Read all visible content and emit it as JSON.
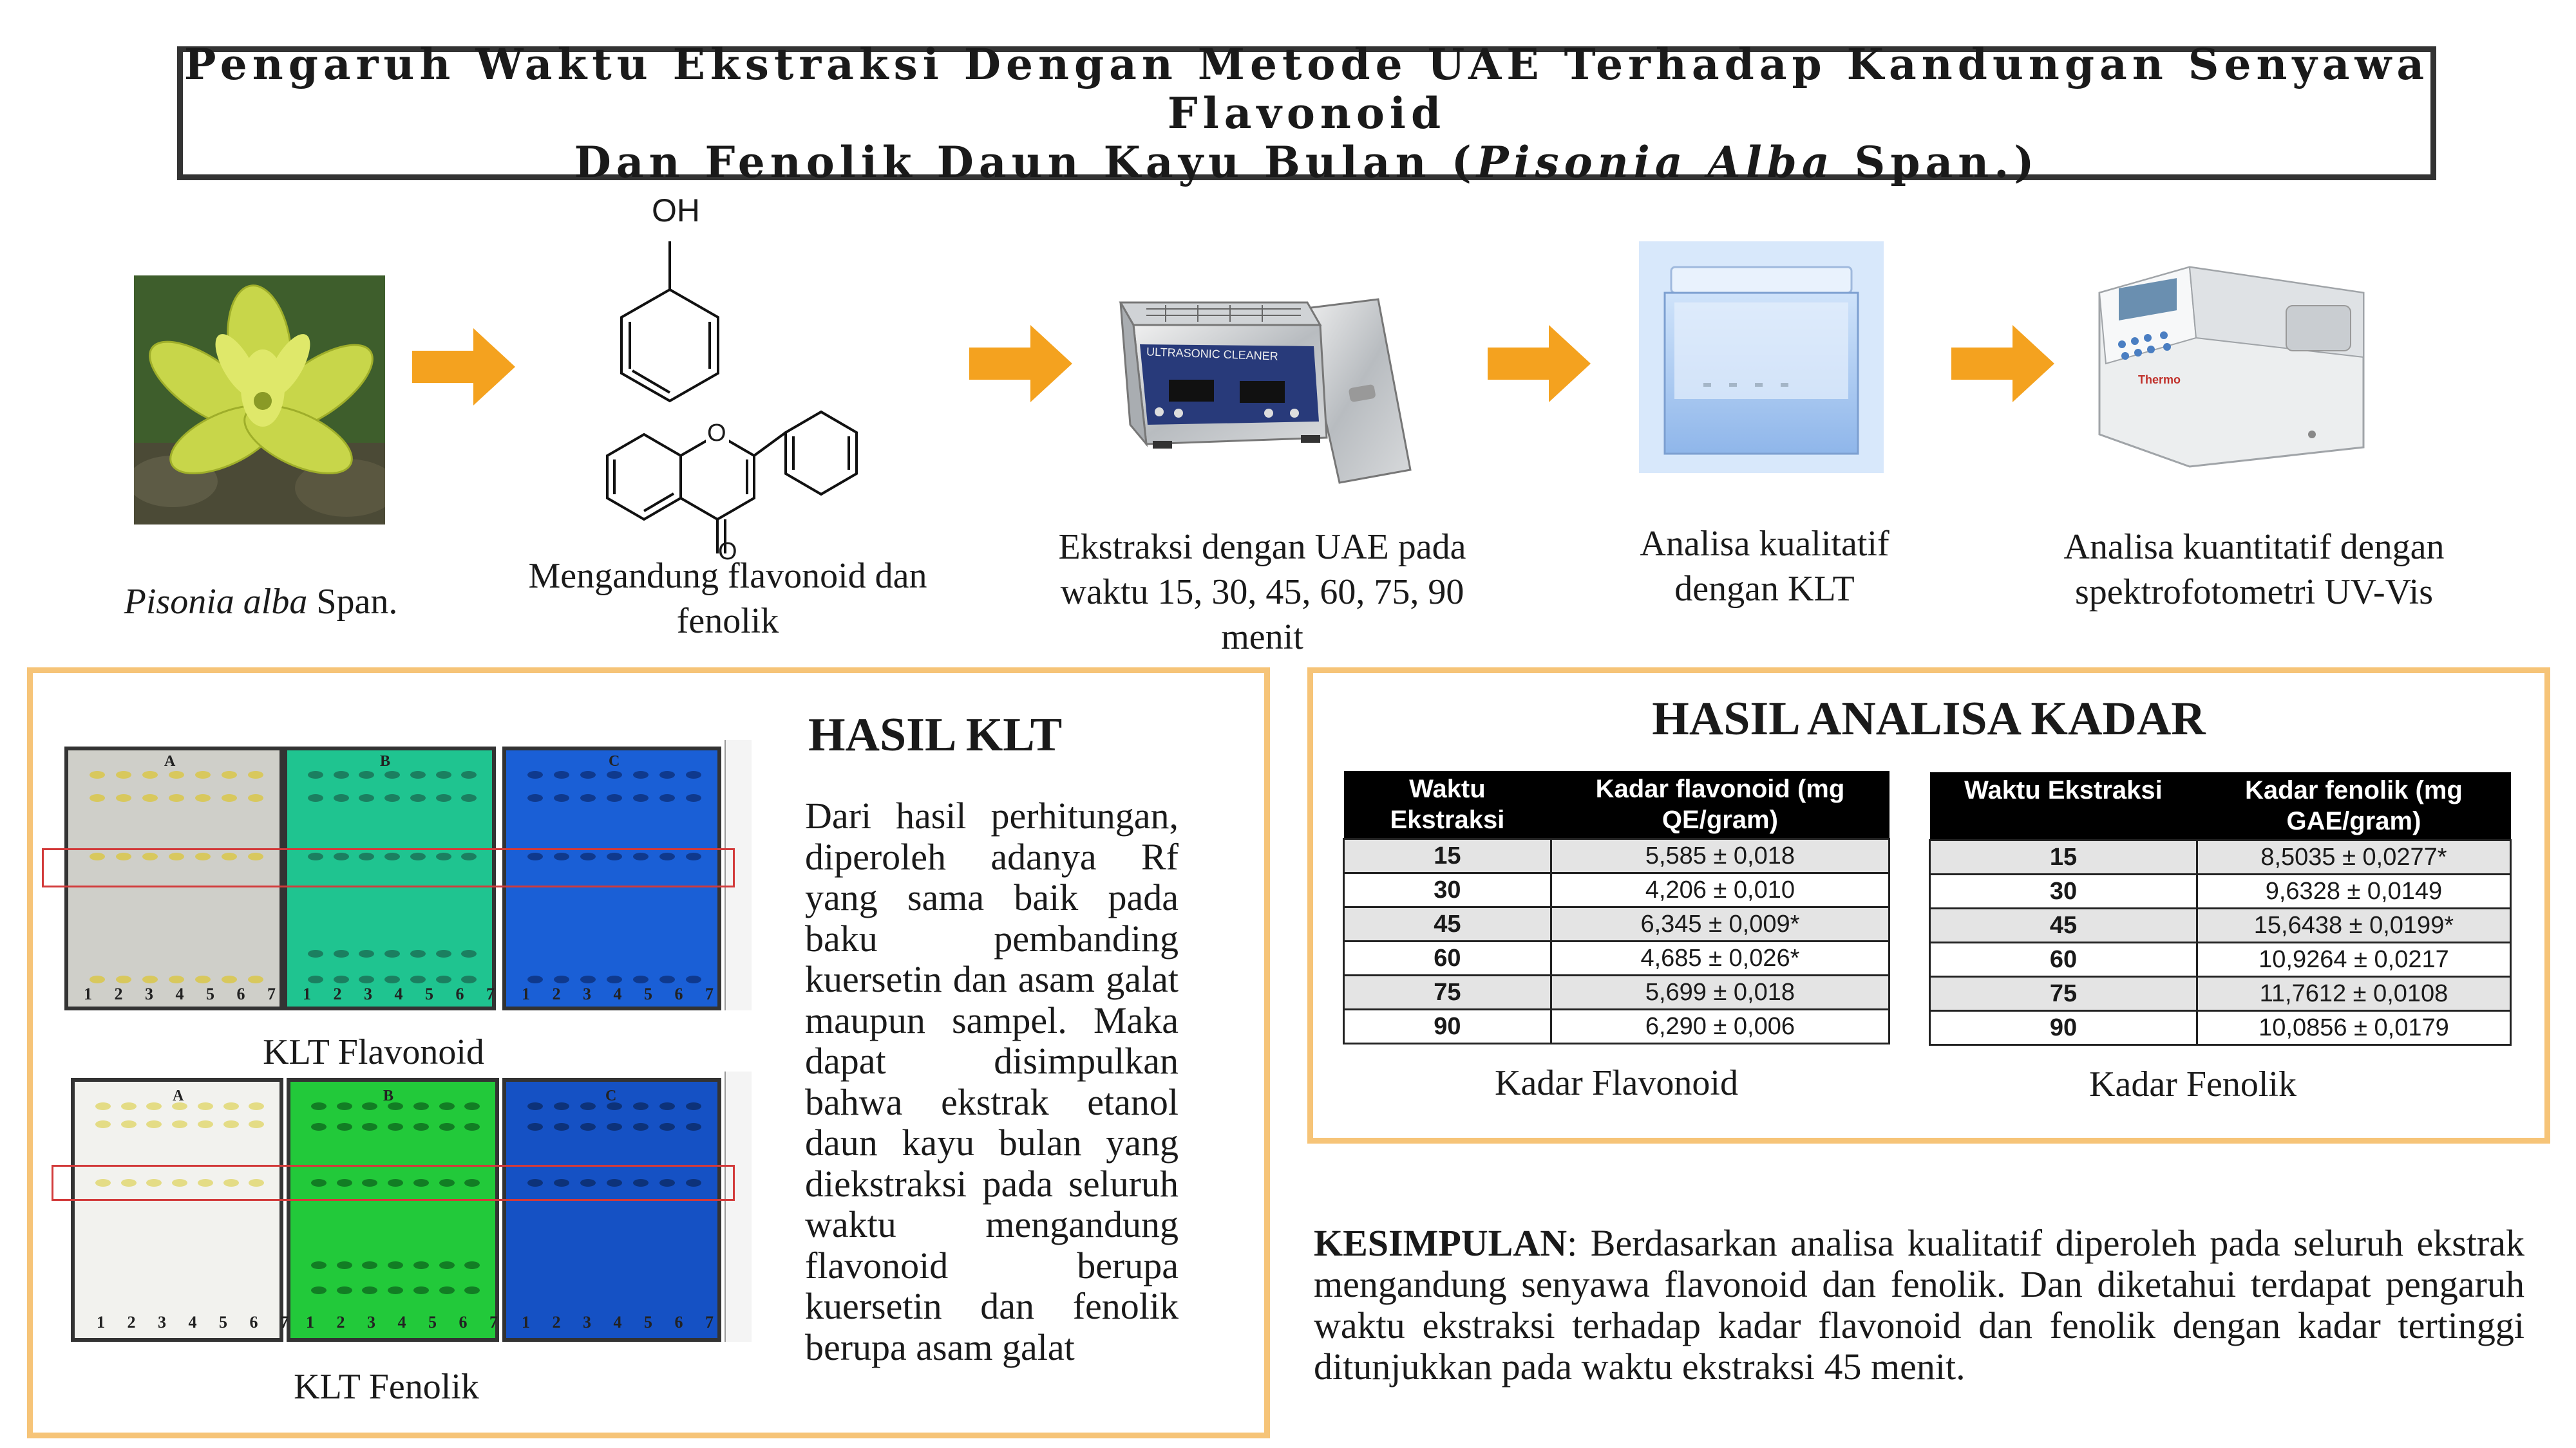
{
  "title": {
    "line1": "Pengaruh Waktu Ekstraksi Dengan Metode UAE Terhadap Kandungan Senyawa Flavonoid",
    "line2_pre": "Dan Fenolik Daun Kayu Bulan (",
    "line2_italic": "Pisonia Alba",
    "line2_post": " Span.)"
  },
  "flow": {
    "step1": {
      "italic": "Pisonia alba",
      "rest": " Span."
    },
    "step2": {
      "line1": "Mengandung flavonoid dan",
      "line2": "fenolik",
      "oh_label": "OH",
      "o_ring": "O",
      "o_keto": "O"
    },
    "step3": {
      "line1": "Ekstraksi dengan UAE pada",
      "line2": "waktu 15, 30, 45, 60, 75, 90",
      "line3": "menit",
      "device_label": "ULTRASONIC CLEANER"
    },
    "step4": {
      "line1": "Analisa kualitatif",
      "line2": "dengan KLT"
    },
    "step5": {
      "line1": "Analisa kuantitatif dengan",
      "line2": "spektrofotometri UV-Vis",
      "brand": "Thermo"
    }
  },
  "klt": {
    "heading": "HASIL KLT",
    "text": "Dari hasil perhitungan, diperoleh adanya Rf yang sama baik pada baku pembanding kuersetin dan asam galat maupun sampel. Maka dapat disimpulkan bahwa ekstrak etanol daun kayu bulan yang diekstraksi pada seluruh waktu mengandung flavonoid berupa kuersetin dan fenolik berupa asam galat",
    "plate_letters": [
      "A",
      "B",
      "C"
    ],
    "lane_numbers": "1 2 3 4 5 6 7",
    "caption_flavonoid": "KLT Flavonoid",
    "caption_fenolik": "KLT Fenolik"
  },
  "kadar": {
    "heading": "HASIL ANALISA KADAR",
    "flavonoid": {
      "col1": "Waktu Ekstraksi",
      "col2": "Kadar flavonoid (mg QE/gram)",
      "rows": [
        {
          "t": "15",
          "v": "5,585 ± 0,018"
        },
        {
          "t": "30",
          "v": "4,206 ±  0,010"
        },
        {
          "t": "45",
          "v": "6,345 ± 0,009*"
        },
        {
          "t": "60",
          "v": "4,685 ± 0,026*"
        },
        {
          "t": "75",
          "v": "5,699 ± 0,018"
        },
        {
          "t": "90",
          "v": "6,290 ± 0,006"
        }
      ],
      "caption": "Kadar Flavonoid"
    },
    "fenolik": {
      "col1": "Waktu Ekstraksi",
      "col2": "Kadar fenolik (mg GAE/gram)",
      "rows": [
        {
          "t": "15",
          "v": "8,5035 ± 0,0277*"
        },
        {
          "t": "30",
          "v": "9,6328 ± 0,0149"
        },
        {
          "t": "45",
          "v": "15,6438 ± 0,0199*"
        },
        {
          "t": "60",
          "v": "10,9264 ± 0,0217"
        },
        {
          "t": "75",
          "v": "11,7612 ± 0,0108"
        },
        {
          "t": "90",
          "v": "10,0856 ± 0,0179"
        }
      ],
      "caption": "Kadar Fenolik"
    }
  },
  "kesimpulan": {
    "label": "KESIMPULAN",
    "text": ": Berdasarkan analisa kualitatif diperoleh pada seluruh ekstrak mengandung senyawa flavonoid dan fenolik. Dan diketahui terdapat pengaruh waktu ekstraksi terhadap kadar flavonoid dan fenolik dengan kadar tertinggi ditunjukkan pada waktu ekstraksi 45 menit."
  },
  "colors": {
    "arrow": "#f4a21f",
    "panel_border": "#f6c478",
    "title_border": "#333333",
    "plate_a": "#cfcfc9",
    "plate_b_flav": "#1fc490",
    "plate_c": "#1a5fd6",
    "plate_b_fen": "#22c93a"
  }
}
